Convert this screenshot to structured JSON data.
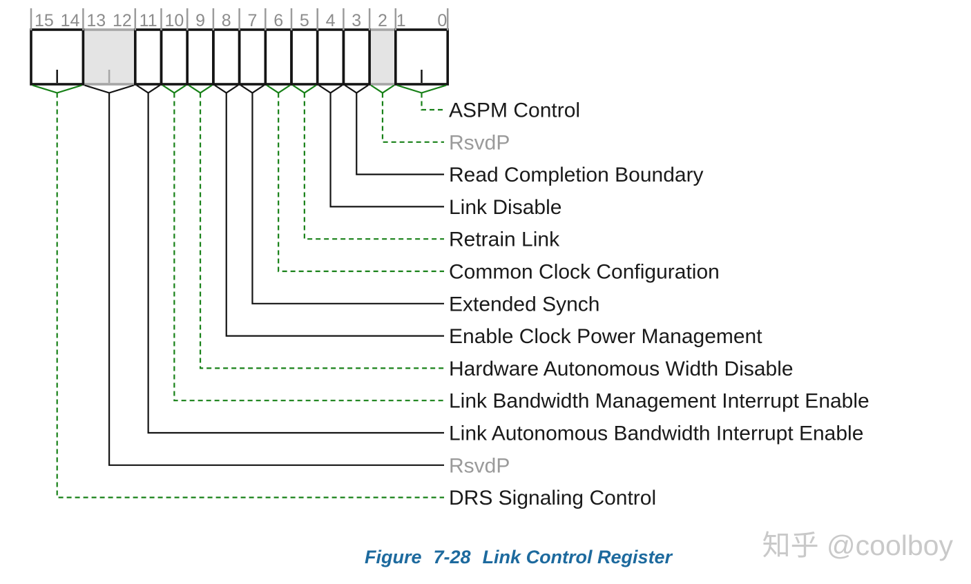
{
  "register": {
    "name": "Link Control Register",
    "width_bits": 16,
    "bit_numbers": [
      "15",
      "14",
      "13",
      "12",
      "11",
      "10",
      "9",
      "8",
      "7",
      "6",
      "5",
      "4",
      "3",
      "2",
      "1",
      "0"
    ],
    "fields": [
      {
        "bits": "1:0",
        "hi": 1,
        "lo": 0,
        "label": "ASPM Control",
        "line_style": "green-dashed",
        "shaded": false,
        "label_gray": false
      },
      {
        "bits": "2",
        "hi": 2,
        "lo": 2,
        "label": "RsvdP",
        "line_style": "green-dashed",
        "shaded": true,
        "label_gray": true
      },
      {
        "bits": "3",
        "hi": 3,
        "lo": 3,
        "label": "Read Completion Boundary",
        "line_style": "black-solid",
        "shaded": false,
        "label_gray": false
      },
      {
        "bits": "4",
        "hi": 4,
        "lo": 4,
        "label": "Link Disable",
        "line_style": "black-solid",
        "shaded": false,
        "label_gray": false
      },
      {
        "bits": "5",
        "hi": 5,
        "lo": 5,
        "label": "Retrain Link",
        "line_style": "green-dashed",
        "shaded": false,
        "label_gray": false
      },
      {
        "bits": "6",
        "hi": 6,
        "lo": 6,
        "label": "Common Clock Configuration",
        "line_style": "green-dashed",
        "shaded": false,
        "label_gray": false
      },
      {
        "bits": "7",
        "hi": 7,
        "lo": 7,
        "label": "Extended Synch",
        "line_style": "black-solid",
        "shaded": false,
        "label_gray": false
      },
      {
        "bits": "8",
        "hi": 8,
        "lo": 8,
        "label": "Enable Clock Power Management",
        "line_style": "black-solid",
        "shaded": false,
        "label_gray": false
      },
      {
        "bits": "9",
        "hi": 9,
        "lo": 9,
        "label": "Hardware Autonomous Width Disable",
        "line_style": "green-dashed",
        "shaded": false,
        "label_gray": false
      },
      {
        "bits": "10",
        "hi": 10,
        "lo": 10,
        "label": "Link Bandwidth Management Interrupt Enable",
        "line_style": "green-dashed",
        "shaded": false,
        "label_gray": false
      },
      {
        "bits": "11",
        "hi": 11,
        "lo": 11,
        "label": "Link Autonomous Bandwidth Interrupt Enable",
        "line_style": "black-solid",
        "shaded": false,
        "label_gray": false
      },
      {
        "bits": "13:12",
        "hi": 13,
        "lo": 12,
        "label": "RsvdP",
        "line_style": "black-solid",
        "shaded": true,
        "label_gray": true
      },
      {
        "bits": "15:14",
        "hi": 15,
        "lo": 14,
        "label": "DRS Signaling Control",
        "line_style": "green-dashed",
        "shaded": false,
        "label_gray": false
      }
    ]
  },
  "caption": {
    "prefix": "Figure",
    "number": "7-28",
    "title": "Link Control Register"
  },
  "watermark": {
    "text": "知乎 @coolboy"
  },
  "colors": {
    "line_black": "#141414",
    "line_green": "#178017",
    "shaded_fill": "#e4e4e4",
    "shaded_stroke": "#a6a6a6",
    "bit_number": "#8c8c8c",
    "boundary_tick": "#9c9c9c",
    "label_black": "#1a1a1a",
    "label_gray": "#9a9a9a",
    "caption_blue": "#1d6a9e",
    "watermark_gray": "#c9c9c9"
  }
}
